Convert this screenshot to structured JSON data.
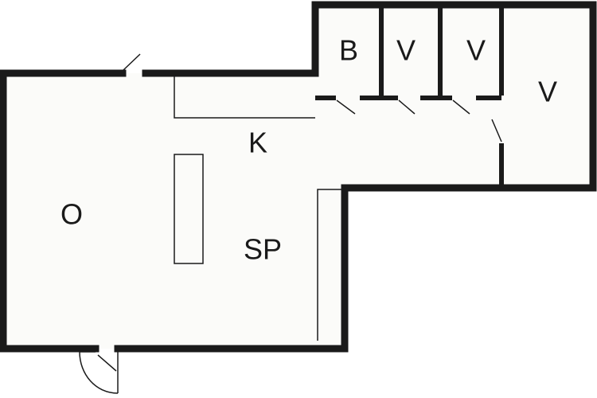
{
  "floorplan": {
    "colors": {
      "wall": "#1a1a1a",
      "floor": "#fbfbf9",
      "background": "#ffffff"
    },
    "rooms": {
      "o": "O",
      "k": "K",
      "sp": "SP",
      "b": "B",
      "v1": "V",
      "v2": "V",
      "v3": "V"
    }
  }
}
